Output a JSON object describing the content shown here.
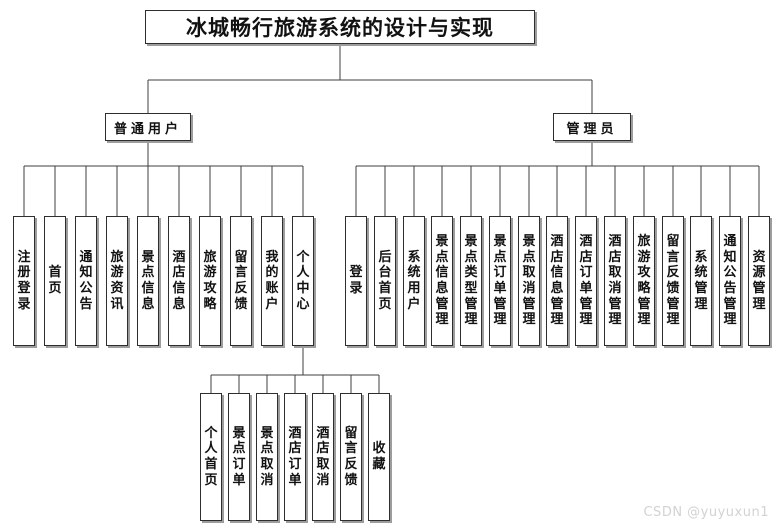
{
  "title": "冰城畅行旅游系统的设计与实现",
  "watermark": "CSDN @yuyuxun1",
  "tree": {
    "branches": [
      {
        "label": "普通用户",
        "children": [
          "注册登录",
          "首页",
          "通知公告",
          "旅游资讯",
          "景点信息",
          "酒店信息",
          "旅游攻略",
          "留言反馈",
          "我的账户",
          "个人中心"
        ]
      },
      {
        "label": "管理员",
        "children": [
          "登录",
          "后台首页",
          "系统用户",
          "景点信息管理",
          "景点类型管理",
          "景点订单管理",
          "景点取消管理",
          "酒店信息管理",
          "酒店订单管理",
          "酒店取消管理",
          "旅游攻略管理",
          "留言反馈管理",
          "系统管理",
          "通知公告管理",
          "资源管理"
        ]
      }
    ],
    "personal_center_children": [
      "个人首页",
      "景点订单",
      "景点取消",
      "酒店订单",
      "酒店取消",
      "留言反馈",
      "收藏"
    ]
  },
  "colors": {
    "line": "#3f3f3f",
    "box_border": "#2e2e2e",
    "box_shadow": "#9d9d9d",
    "watermark": "#d2d2d2"
  }
}
